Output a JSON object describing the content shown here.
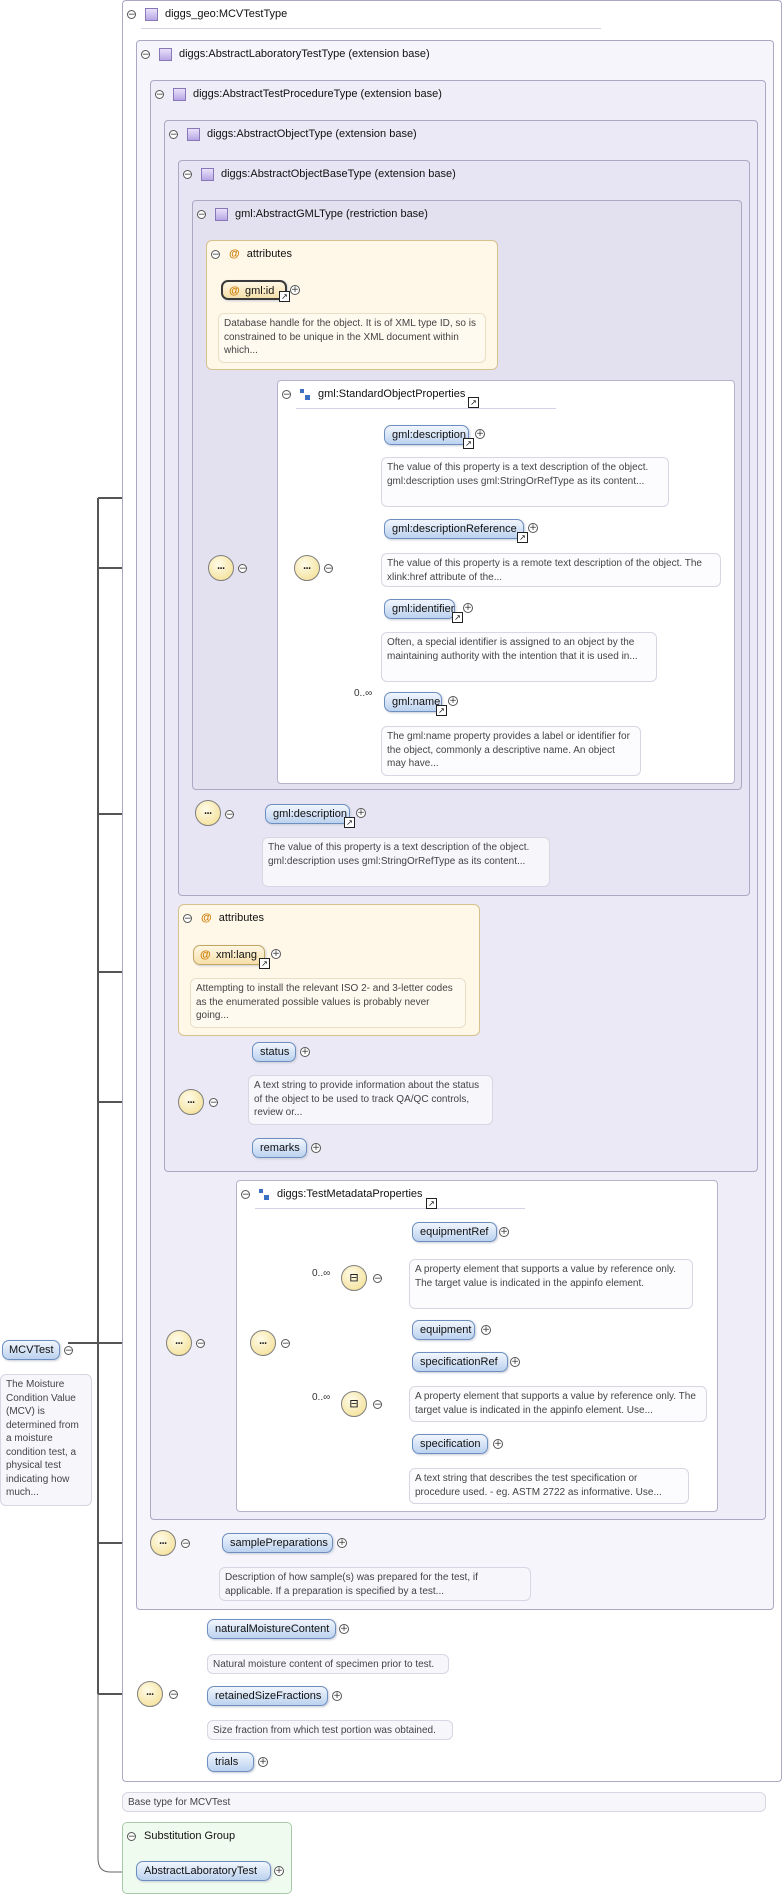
{
  "frames": {
    "root_type": "diggs_geo:MCVTestType",
    "lab_test": "diggs:AbstractLaboratoryTestType (extension base)",
    "test_procedure": "diggs:AbstractTestProcedureType (extension base)",
    "object": "diggs:AbstractObjectType (extension base)",
    "object_base": "diggs:AbstractObjectBaseType (extension base)",
    "gml": "gml:AbstractGMLType (restriction base)"
  },
  "gml_attributes": {
    "title": "attributes",
    "id_label": "gml:id",
    "id_doc": "Database handle for the object. It is of XML type ID, so is constrained to be unique in the XML document within which..."
  },
  "standard_object_properties": {
    "title": "gml:StandardObjectProperties",
    "items": [
      {
        "label": "gml:description",
        "doc": "The value of this property is a text description of the object. gml:description uses gml:StringOrRefType as its content..."
      },
      {
        "label": "gml:descriptionReference",
        "doc": "The value of this property is a remote text description of the object. The xlink:href attribute of the..."
      },
      {
        "label": "gml:identifier",
        "doc": "Often, a special identifier is assigned to an object by the maintaining authority with the intention that it is used in..."
      },
      {
        "label": "gml:name",
        "doc": "The gml:name property provides a label or identifier for the object, commonly a descriptive name. An object may have...",
        "occurs": "0..∞"
      }
    ]
  },
  "object_base_description": {
    "label": "gml:description",
    "doc": "The value of this property is a text description of the object. gml:description uses gml:StringOrRefType as its content..."
  },
  "object_attributes": {
    "title": "attributes",
    "lang_label": "xml:lang",
    "lang_doc": "Attempting to install the relevant ISO 2- and 3-letter codes as the enumerated possible values is probably never going..."
  },
  "status_group": {
    "status_label": "status",
    "status_doc": "A text string to provide information about the status of the object to be used to track QA/QC controls, review or...",
    "remarks_label": "remarks"
  },
  "test_metadata": {
    "title": "diggs:TestMetadataProperties",
    "choice1_occurs": "0..∞",
    "equipment_ref": "equipmentRef",
    "equipment_ref_doc": "A property element that supports a value by reference only. The target value is indicated in the appinfo element.",
    "equipment": "equipment",
    "choice2_occurs": "0..∞",
    "specification_ref": "specificationRef",
    "specification_ref_doc": "A property element that supports a value by reference only. The target value is indicated in the appinfo element. Use...",
    "specification": "specification",
    "specification_doc": "A text string that describes the test specification or procedure used. - eg. ASTM 2722 as informative. Use..."
  },
  "sample_preparations": {
    "label": "samplePreparations",
    "doc": "Description of how sample(s) was prepared for the test, if applicable. If a preparation is specified by a test..."
  },
  "mcv_sequence": {
    "natural_moisture": "naturalMoistureContent",
    "natural_moisture_doc": "Natural moisture content of specimen prior to test.",
    "retained_size": "retainedSizeFractions",
    "retained_size_doc": "Size fraction from which test portion was obtained.",
    "trials": "trials"
  },
  "root_element": {
    "label": "MCVTest",
    "doc": "The Moisture Condition Value (MCV) is determined from a moisture condition test, a physical test indicating how much..."
  },
  "base_type_note": "Base type for MCVTest",
  "substitution_group": {
    "title": "Substitution Group",
    "member": "AbstractLaboratoryTest"
  },
  "glyphs": {
    "collapse": "−",
    "expand": "+",
    "attribute": "@",
    "sequence": "⋯",
    "link": "↗"
  },
  "colors": {
    "element_fill": "#bcd2ef",
    "attribute_fill": "#f5dfaa",
    "compositor_fill": "#f2dc8a",
    "frame_border": "#a9a9c4"
  }
}
